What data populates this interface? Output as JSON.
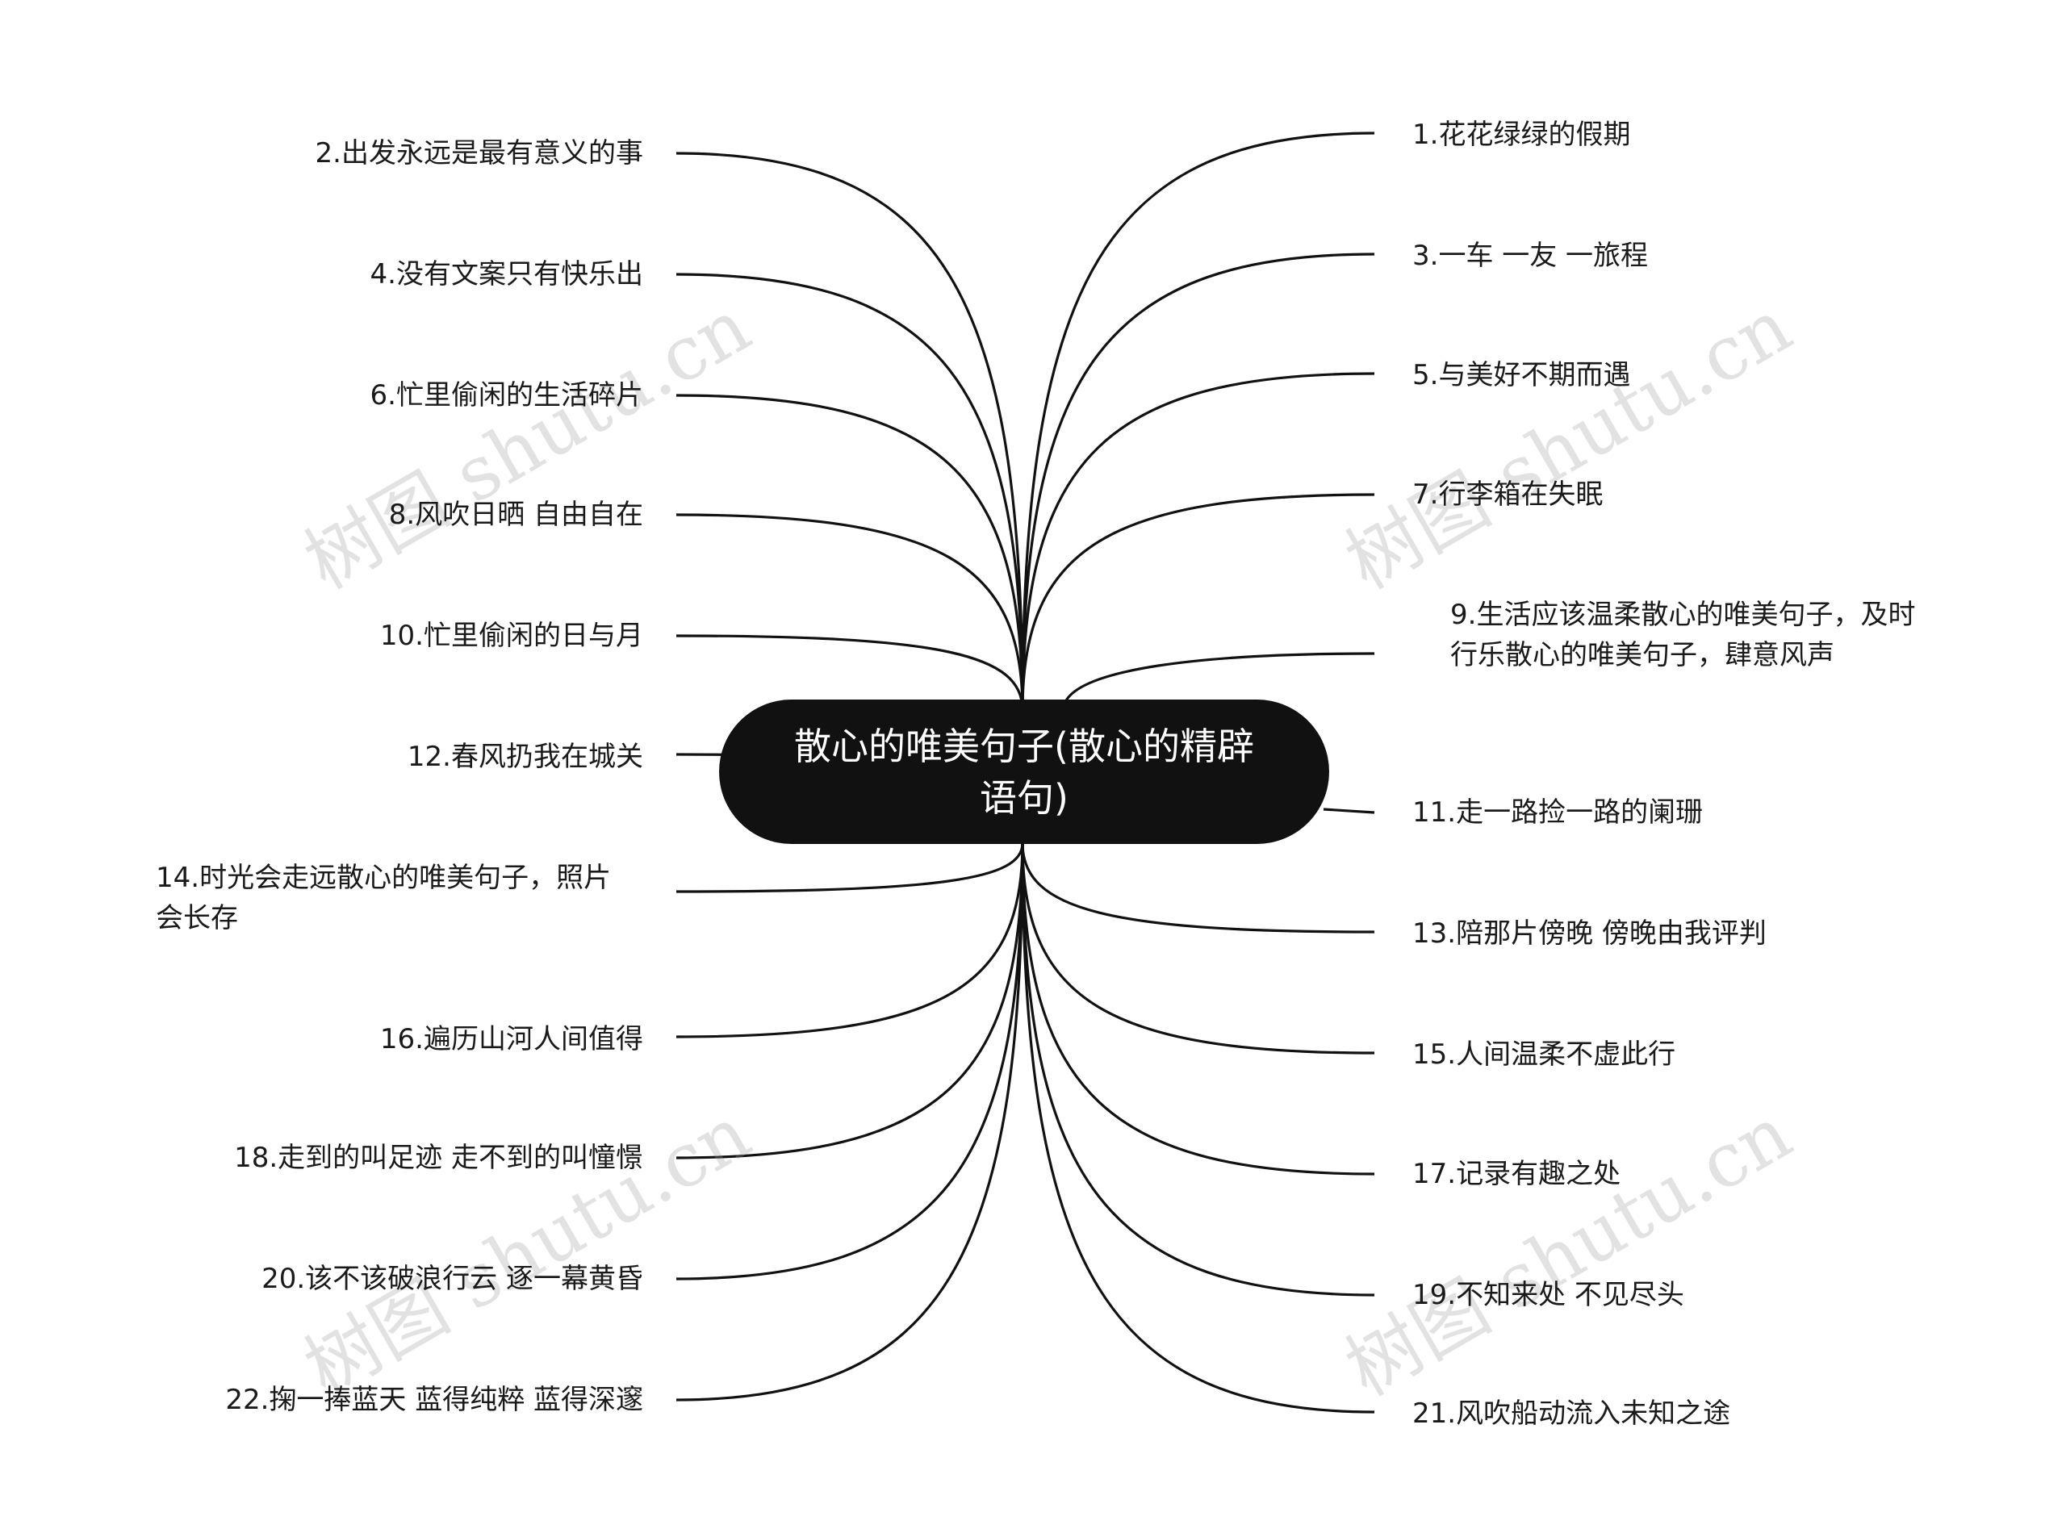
{
  "center": {
    "title": "散心的唯美句子(散心的精辟语句)"
  },
  "left_nodes": [
    {
      "label": "2.出发永远是最有意义的事"
    },
    {
      "label": "4.没有文案只有快乐出"
    },
    {
      "label": "6.忙里偷闲的生活碎片"
    },
    {
      "label": "8.风吹日晒 自由自在"
    },
    {
      "label": "10.忙里偷闲的日与月"
    },
    {
      "label": "12.春风扔我在城关"
    },
    {
      "label": "14.时光会走远散心的唯美句子，照片会长存"
    },
    {
      "label": "16.遍历山河人间值得"
    },
    {
      "label": "18.走到的叫足迹 走不到的叫憧憬"
    },
    {
      "label": "20.该不该破浪行云 逐一幕黄昏"
    },
    {
      "label": "22.掬一捧蓝天 蓝得纯粹 蓝得深邃"
    }
  ],
  "right_nodes": [
    {
      "label": "1.花花绿绿的假期"
    },
    {
      "label": "3.一车 一友 一旅程"
    },
    {
      "label": "5.与美好不期而遇"
    },
    {
      "label": "7.行李箱在失眠"
    },
    {
      "label": "9.生活应该温柔散心的唯美句子，及时行乐散心的唯美句子，肆意风声"
    },
    {
      "label": "11.走一路捡一路的阑珊"
    },
    {
      "label": "13.陪那片傍晚 傍晚由我评判"
    },
    {
      "label": "15.人间温柔不虚此行"
    },
    {
      "label": "17.记录有趣之处"
    },
    {
      "label": "19.不知来处 不见尽头"
    },
    {
      "label": "21.风吹船动流入未知之途"
    }
  ],
  "watermark": {
    "text": "树图 shutu.cn"
  }
}
